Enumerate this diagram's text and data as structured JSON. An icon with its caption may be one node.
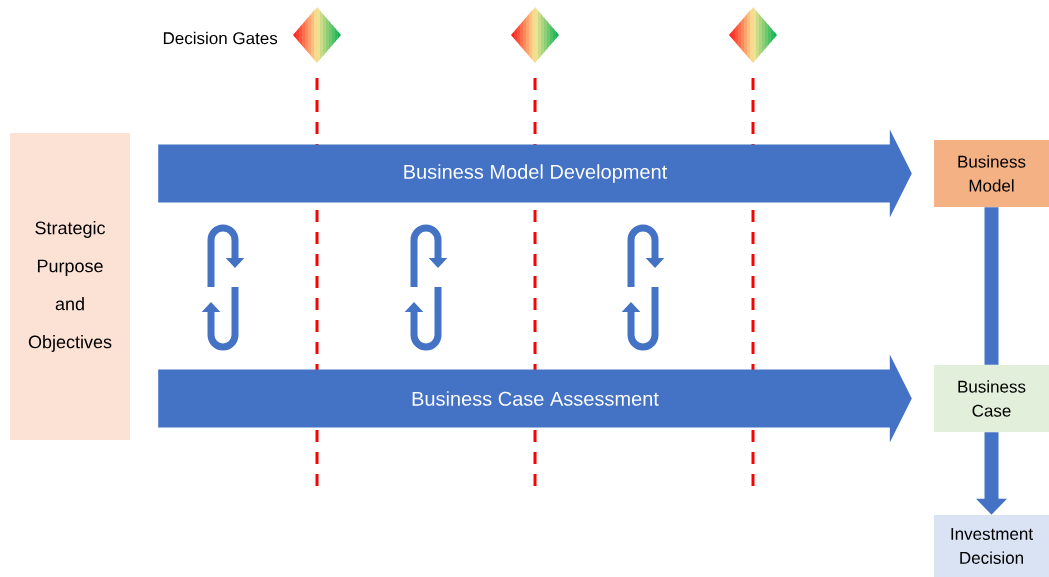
{
  "diagram": {
    "nodes": [
      {
        "text": [
          "Strategic Purpose and Objectives"
        ]
      },
      {
        "text": [
          "Business Model"
        ]
      },
      {
        "text": [
          "Business Case"
        ]
      },
      {
        "text": [
          "Investment Decision"
        ]
      }
    ],
    "edges": [
      {
        "from": 0,
        "to": 1,
        "arrow": "to",
        "label": "Business Model Development",
        "style": "thick"
      },
      {
        "from": 0,
        "to": 2,
        "arrow": "to",
        "label": "Business Case Assessment",
        "style": "thick"
      },
      {
        "from": 1,
        "to": 2,
        "arrow": "none"
      },
      {
        "from": 2,
        "to": 3,
        "arrow": "to"
      }
    ],
    "labels": [
      "Decision Gates"
    ]
  }
}
